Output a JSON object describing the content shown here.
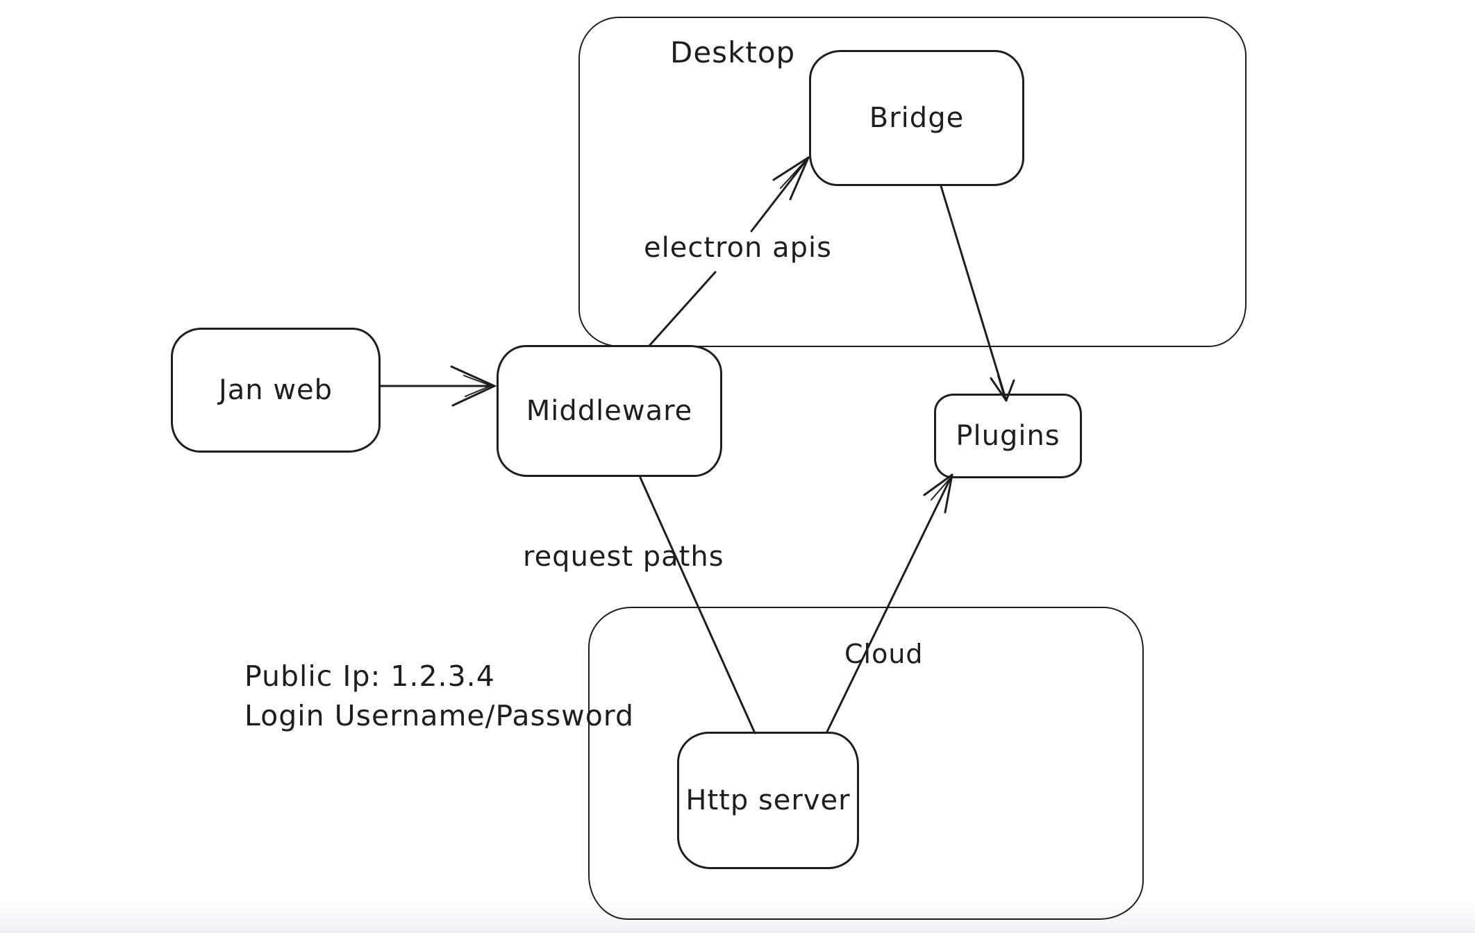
{
  "labels": {
    "desktop": "Desktop",
    "bridge": "Bridge",
    "jan_web": "Jan web",
    "middleware": "Middleware",
    "plugins": "Plugins",
    "http_server": "Http server",
    "cloud": "Cloud",
    "electron_apis": "electron apis",
    "request_paths": "request paths"
  },
  "annotations": {
    "line1": "Public Ip: 1.2.3.4",
    "line2": "Login Username/Password"
  },
  "diagram": {
    "nodes": [
      "Jan web",
      "Middleware",
      "Bridge",
      "Plugins",
      "Http server"
    ],
    "containers": [
      {
        "label": "Desktop",
        "contains": [
          "Bridge"
        ]
      },
      {
        "label": "Cloud",
        "contains": [
          "Http server"
        ]
      }
    ],
    "edges": [
      {
        "from": "Jan web",
        "to": "Middleware",
        "label": "",
        "arrowhead": true
      },
      {
        "from": "Middleware",
        "to": "Bridge",
        "label": "electron apis",
        "arrowhead": true
      },
      {
        "from": "Bridge",
        "to": "Plugins",
        "label": "",
        "arrowhead": true
      },
      {
        "from": "Middleware",
        "to": "Http server",
        "label": "request paths",
        "arrowhead": false
      },
      {
        "from": "Http server",
        "to": "Plugins",
        "label": "",
        "arrowhead": true
      }
    ]
  },
  "colors": {
    "ink": "#1e1e1e",
    "background": "#ffffff",
    "bottom_fade": "#eef0f2"
  }
}
